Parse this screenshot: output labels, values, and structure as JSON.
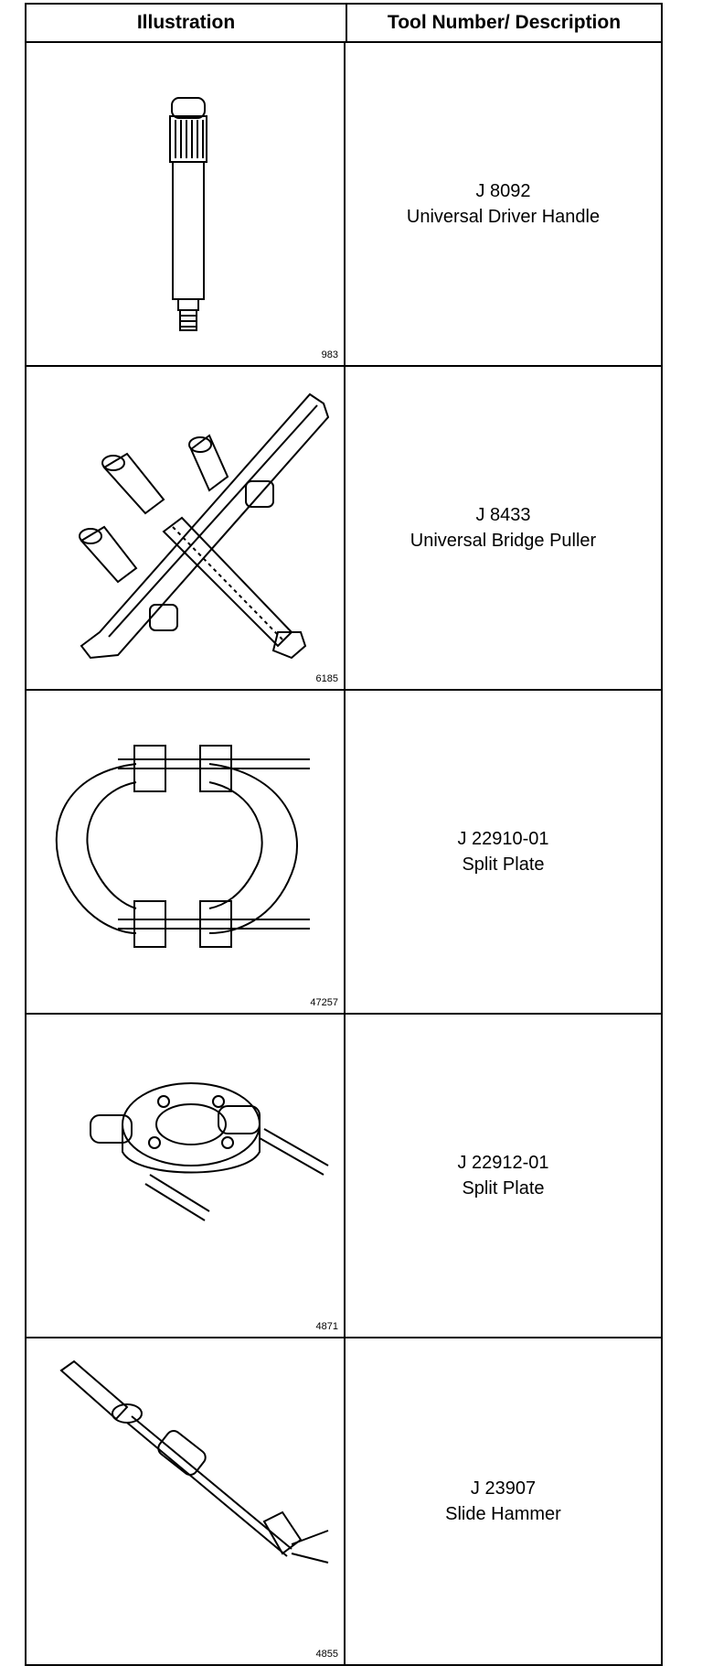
{
  "table": {
    "header_illustration": "Illustration",
    "header_description": "Tool Number/ Description",
    "rows": [
      {
        "figure": "983",
        "tool_number": "J 8092",
        "description": "Universal Driver Handle"
      },
      {
        "figure": "6185",
        "tool_number": "J 8433",
        "description": "Universal Bridge Puller"
      },
      {
        "figure": "47257",
        "tool_number": "J 22910-01",
        "description": "Split Plate"
      },
      {
        "figure": "4871",
        "tool_number": "J 22912-01",
        "description": "Split Plate"
      },
      {
        "figure": "4855",
        "tool_number": "J 23907",
        "description": "Slide Hammer"
      }
    ]
  }
}
